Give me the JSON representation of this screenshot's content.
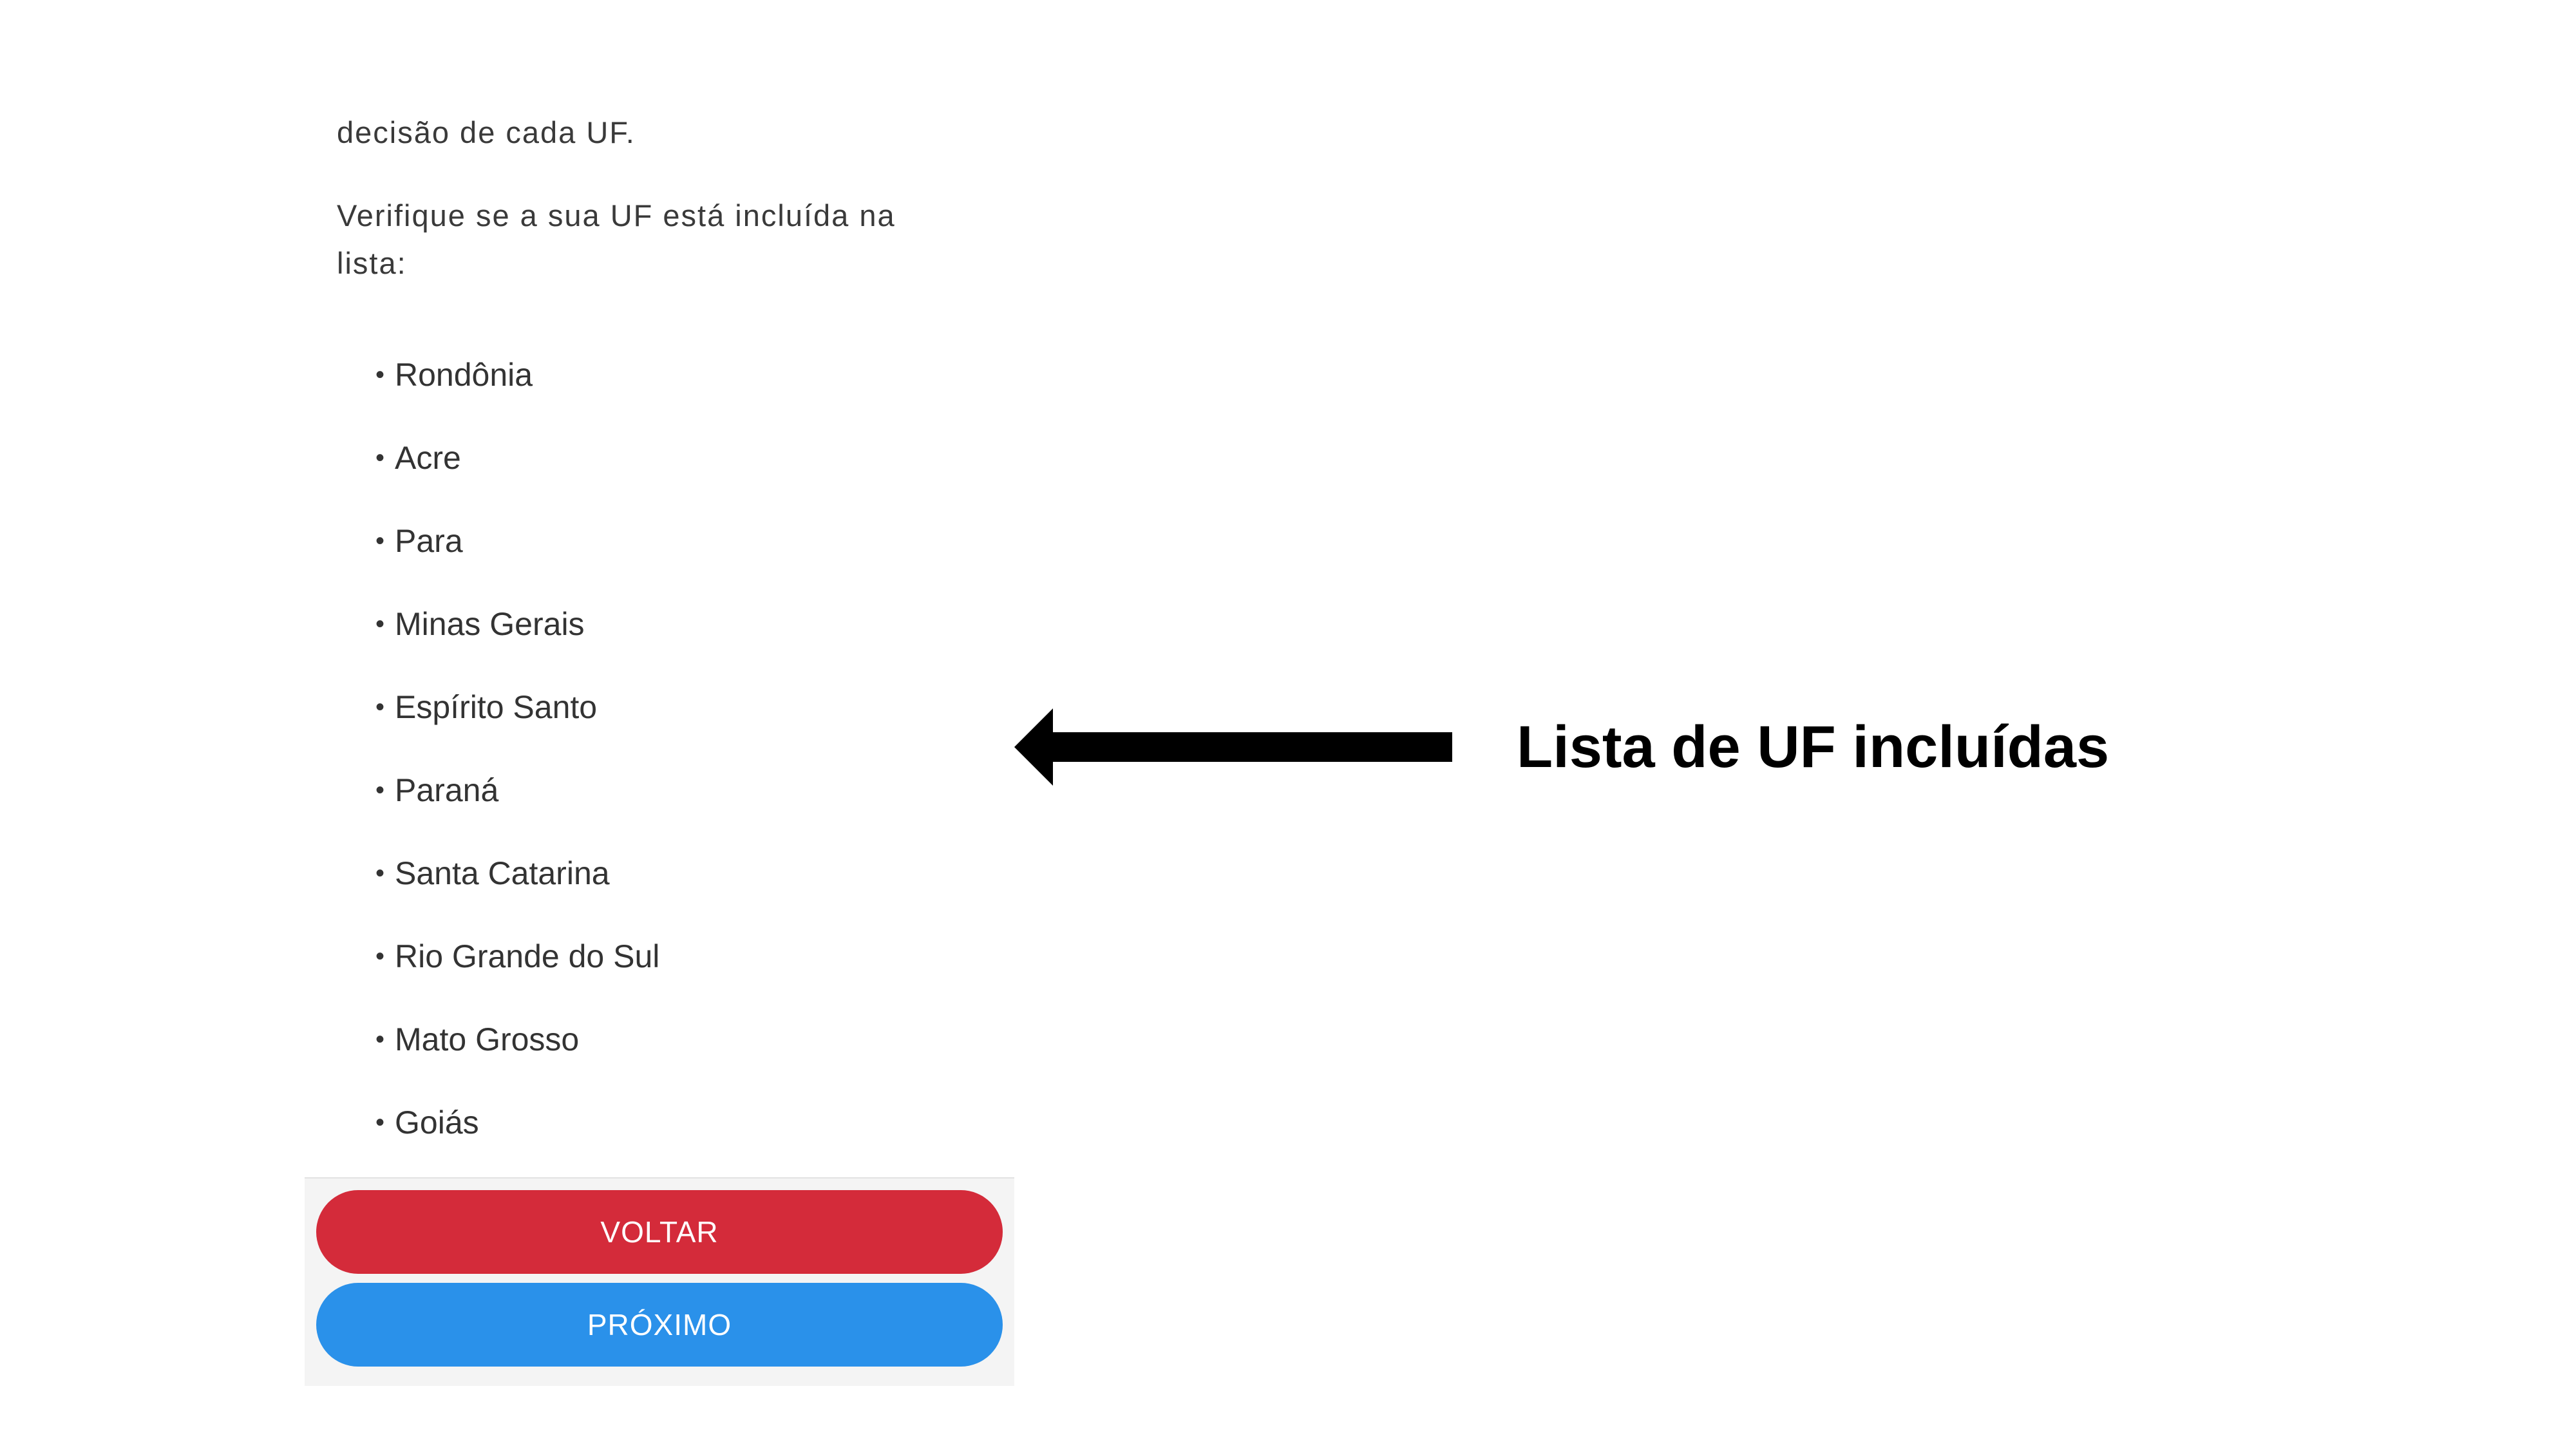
{
  "screen": {
    "intro_fragment": "decisão de cada UF.",
    "instruction": "Verifique se a sua UF está incluída na lista:",
    "uf_list": [
      "Rondônia",
      "Acre",
      "Para",
      "Minas Gerais",
      "Espírito Santo",
      "Paraná",
      "Santa Catarina",
      "Rio Grande do Sul",
      "Mato Grosso",
      "Goiás"
    ],
    "buttons": {
      "back_label": "VOLTAR",
      "next_label": "PRÓXIMO"
    }
  },
  "callout": {
    "label": "Lista de UF incluídas",
    "icon": "arrow-left-icon"
  },
  "colors": {
    "back_button": "#d42b3a",
    "next_button": "#2a91ea",
    "text": "#3a3a3a",
    "callout": "#000000"
  }
}
